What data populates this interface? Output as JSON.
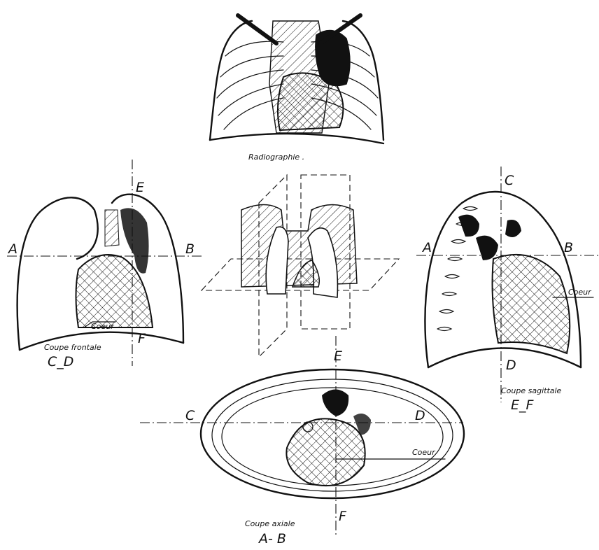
{
  "colors": {
    "ink": "#111111",
    "paper": "#ffffff"
  },
  "radiography": {
    "caption": "Radiographie ."
  },
  "frontal": {
    "caption": "Coupe frontale",
    "plane": "C_D",
    "heart": "Coeur",
    "axis_left": "A",
    "axis_right": "B",
    "axis_top": "E",
    "axis_bottom": "F"
  },
  "sagittal": {
    "caption": "Coupe sagittale",
    "plane": "E_F",
    "heart": "Coeur",
    "axis_left": "A",
    "axis_right": "B",
    "axis_top": "C",
    "axis_bottom": "D"
  },
  "axial": {
    "caption": "Coupe axiale",
    "plane": "A- B",
    "heart": "Coeur",
    "axis_left": "C",
    "axis_right": "D",
    "axis_top": "E",
    "axis_bottom": "F"
  }
}
